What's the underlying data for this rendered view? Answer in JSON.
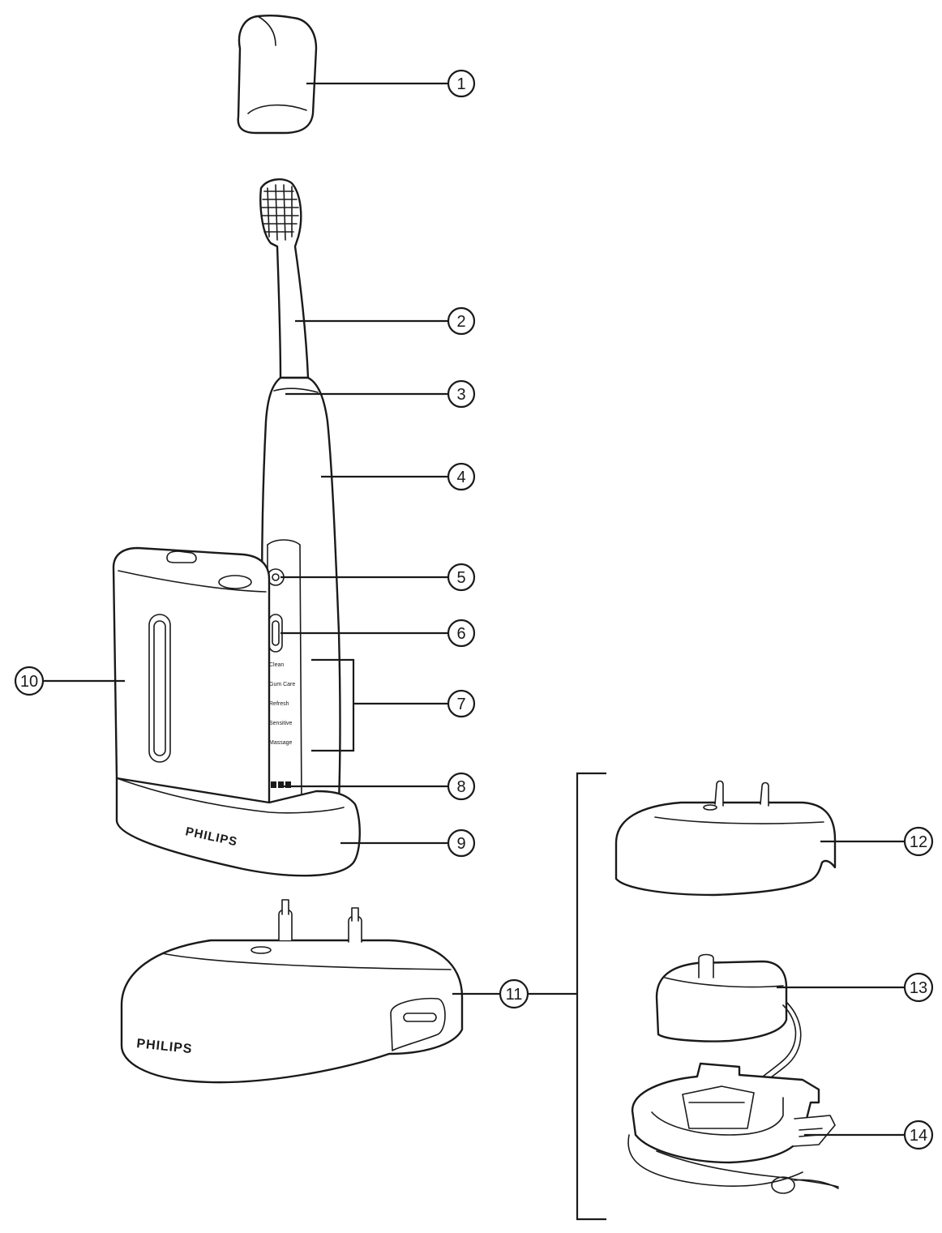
{
  "brand": {
    "sanitizer_logo": "PHILIPS",
    "charger_logo": "PHILIPS"
  },
  "handle_mode_labels": [
    "Clean",
    "Gum Care",
    "Refresh",
    "Sensitive",
    "Massage"
  ],
  "callouts": [
    {
      "id": "1",
      "label": "1"
    },
    {
      "id": "2",
      "label": "2"
    },
    {
      "id": "3",
      "label": "3"
    },
    {
      "id": "4",
      "label": "4"
    },
    {
      "id": "5",
      "label": "5"
    },
    {
      "id": "6",
      "label": "6"
    },
    {
      "id": "7",
      "label": "7"
    },
    {
      "id": "8",
      "label": "8"
    },
    {
      "id": "9",
      "label": "9"
    },
    {
      "id": "10",
      "label": "10"
    },
    {
      "id": "11",
      "label": "11"
    },
    {
      "id": "12",
      "label": "12"
    },
    {
      "id": "13",
      "label": "13"
    },
    {
      "id": "14",
      "label": "14"
    }
  ]
}
